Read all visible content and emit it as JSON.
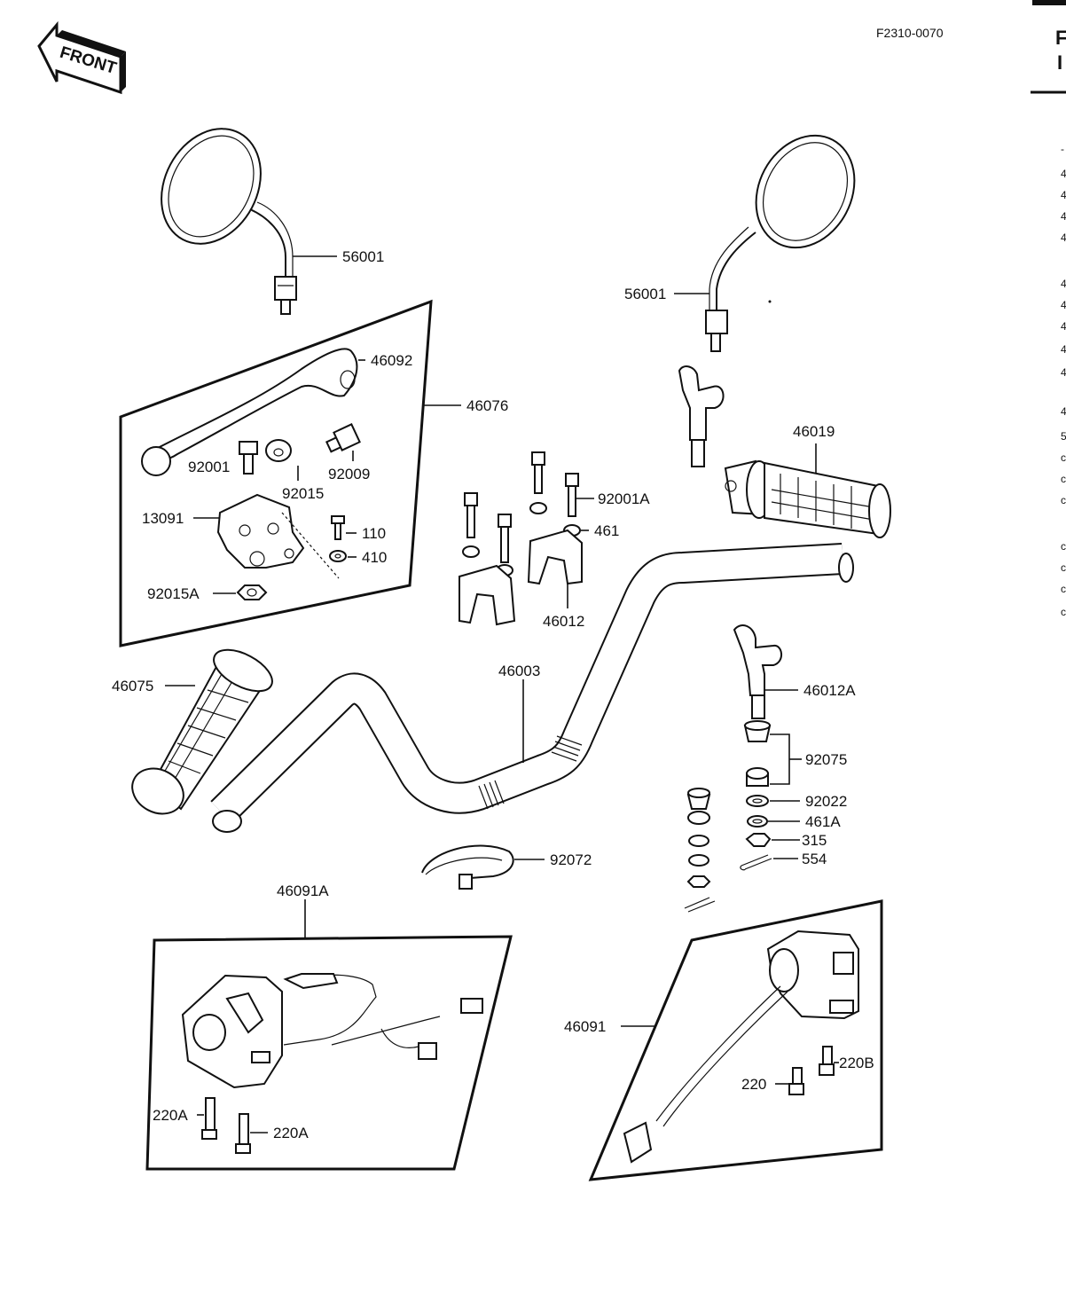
{
  "header": {
    "code": "F2310-0070",
    "front_badge": "FRONT",
    "corner_fragment_1": "F",
    "corner_fragment_2": "I"
  },
  "parts": {
    "mirror_left": "56001",
    "mirror_right": "56001",
    "lever": "46092",
    "lever_assembly": "46076",
    "bolt_lever": "92001",
    "collar": "92015",
    "adjuster": "92009",
    "lever_holder": "13091",
    "screw_110": "110",
    "washer_410": "410",
    "nut_lever": "92015A",
    "grip_right": "46019",
    "holder_bolt": "92001A",
    "lock_washer": "461",
    "holder_upper": "46012",
    "handlebar": "46003",
    "grip_left": "46075",
    "holder_lower": "46012A",
    "damper": "92075",
    "washer_92022": "92022",
    "lock_washer_a": "461A",
    "nut_315": "315",
    "cotter_pin": "554",
    "clamp_band": "92072",
    "switch_left": "46091A",
    "switch_right": "46091",
    "screw_220a_1": "220A",
    "screw_220a_2": "220A",
    "screw_220": "220",
    "screw_220b": "220B"
  },
  "side_margin_marks": [
    "-",
    "4",
    "4",
    "4",
    "4",
    "4",
    "4",
    "4",
    "4",
    "4",
    "4",
    "5",
    "c",
    "c",
    "c",
    "c",
    "c",
    "c",
    "c"
  ]
}
